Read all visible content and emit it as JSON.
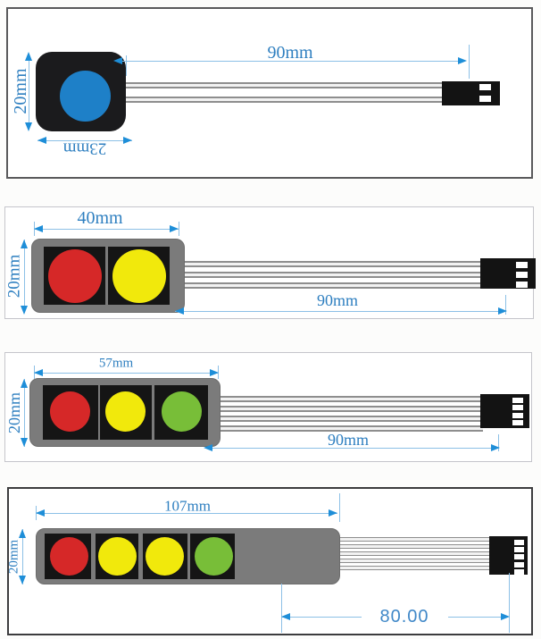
{
  "colors": {
    "dimension_text": "#2e7fc0",
    "dimension_line": "#8cc0e6",
    "arrow": "#1e8ed8",
    "button_blue": "#1e80c8",
    "button_red": "#d62828",
    "button_yellow": "#f1e90c",
    "button_green": "#78be38",
    "pad_black": "#1b1b1d",
    "pad_gray": "#7b7b7b",
    "window_black": "#151515",
    "wire_gray": "#8e8e8e",
    "connector_black": "#131313",
    "pin_white": "#ffffff"
  },
  "sections": [
    {
      "keys": 1,
      "height_label": "20mm",
      "width_label": "23mm",
      "cable_label": "90mm",
      "buttons": [
        "blue"
      ],
      "pins": 2
    },
    {
      "keys": 2,
      "height_label": "20mm",
      "width_label": "40mm",
      "cable_label": "90mm",
      "buttons": [
        "red",
        "yellow"
      ],
      "pins": 3
    },
    {
      "keys": 3,
      "height_label": "20mm",
      "width_label": "57mm",
      "cable_label": "90mm",
      "buttons": [
        "red",
        "yellow",
        "green"
      ],
      "pins": 4
    },
    {
      "keys": 4,
      "height_label": "20mm",
      "width_label": "107mm",
      "cable_label": "80.00",
      "buttons": [
        "red",
        "yellow",
        "yellow",
        "green"
      ],
      "pins": 5
    }
  ]
}
